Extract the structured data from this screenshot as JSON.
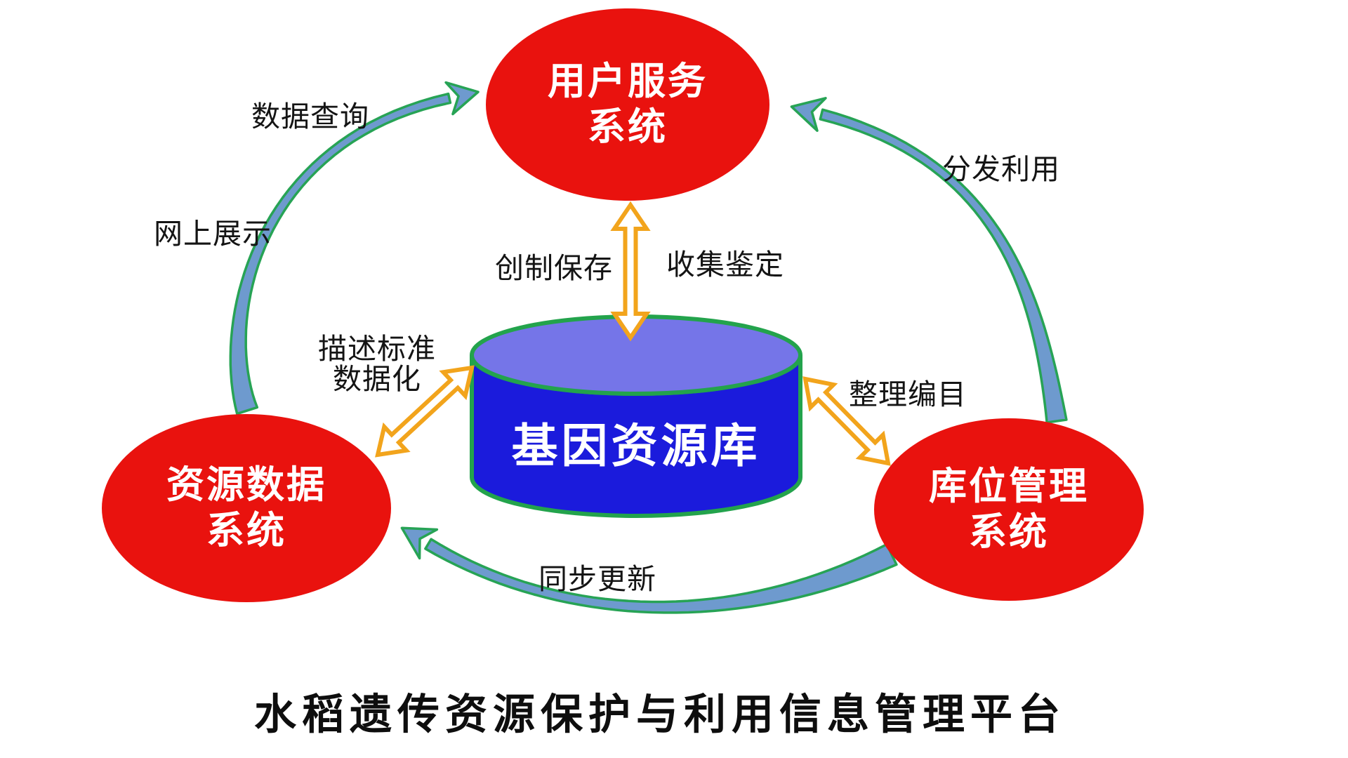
{
  "title": "水稻遗传资源保护与利用信息管理平台",
  "colors": {
    "node_red": "#e9120e",
    "node_text": "#ffffff",
    "cylinder_body": "#1b1bdc",
    "cylinder_top": "#7575e8",
    "cylinder_outline": "#23a34c",
    "curve_fill": "#6e9ace",
    "curve_outline": "#27a355",
    "arrow_yellow": "#f2a41c",
    "arrow_fill": "#ffffff",
    "label_black": "#141414",
    "title_black": "#0e0e0e"
  },
  "nodes": {
    "user_service": {
      "line1": "用户服务",
      "line2": "系统"
    },
    "resource_data": {
      "line1": "资源数据",
      "line2": "系统"
    },
    "storage_management": {
      "line1": "库位管理",
      "line2": "系统"
    },
    "gene_repository": {
      "label": "基因资源库"
    }
  },
  "edge_labels": {
    "data_query": "数据查询",
    "online_display": "网上展示",
    "distribute_use": "分发利用",
    "create_preserve": "创制保存",
    "collect_identify": "收集鉴定",
    "describe_standard_line1": "描述标准",
    "describe_standard_line2": "数据化",
    "organize_catalog": "整理编目",
    "sync_update": "同步更新"
  }
}
